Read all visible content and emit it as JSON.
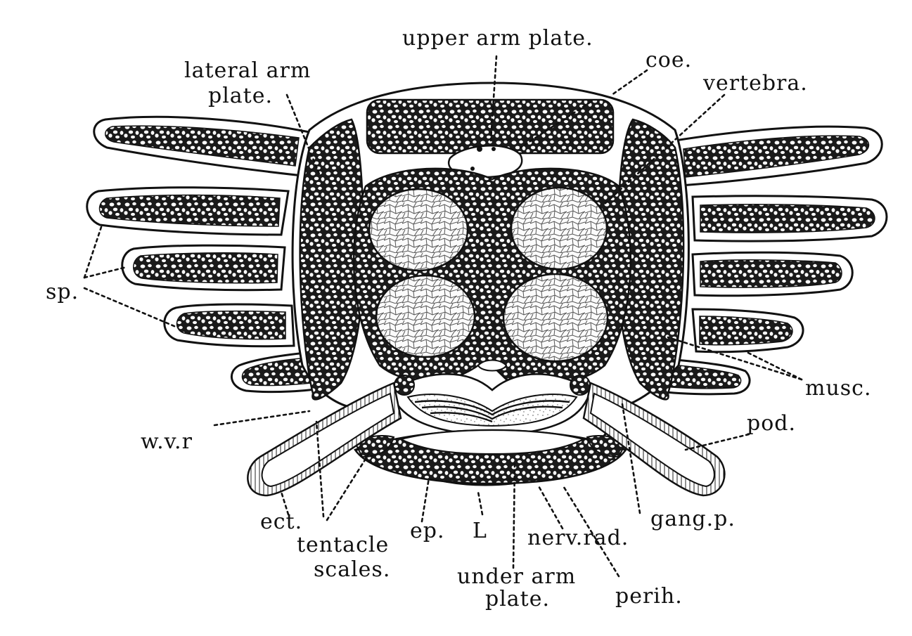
{
  "labels": {
    "upper_arm_plate": "upper arm plate.",
    "coe": "coe.",
    "lateral_arm_plate_1": "lateral arm",
    "lateral_arm_plate_2": "plate.",
    "vertebra": "vertebra.",
    "sp": "sp.",
    "musc": "musc.",
    "wvr": "w.v.r",
    "pod": "pod.",
    "ect": "ect.",
    "tentacle_scales_1": "tentacle",
    "tentacle_scales_2": "scales.",
    "ep": "ep.",
    "L": "L",
    "nerv_rad": "nerv.rad.",
    "gang_p": "gang.p.",
    "under_arm_plate_1": "under arm",
    "under_arm_plate_2": "plate.",
    "perih": "perih."
  },
  "colors": {
    "ink": "#111111",
    "paper": "#ffffff",
    "stipple": "#555555"
  }
}
